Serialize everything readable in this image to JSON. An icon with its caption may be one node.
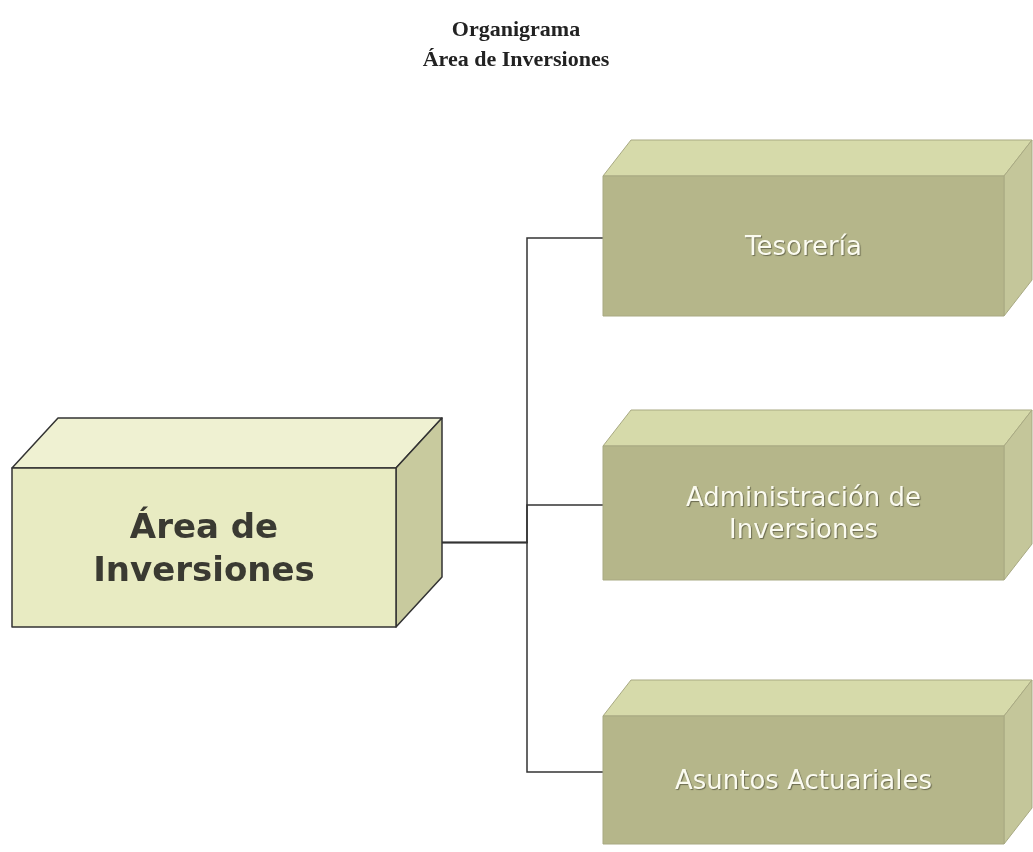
{
  "diagram": {
    "title": "Organigrama",
    "labels": [
      "Área de Inversiones"
    ],
    "nodes": [
      {
        "text": [
          "Área de Inversiones"
        ]
      },
      {
        "text": [
          "Tesorería"
        ]
      },
      {
        "text": [
          "Administración de Inversiones"
        ]
      },
      {
        "text": [
          "Asuntos Actuariales"
        ]
      }
    ],
    "edges": [
      {
        "from": 0,
        "to": 1,
        "arrow": "none"
      },
      {
        "from": 0,
        "to": 2,
        "arrow": "none"
      },
      {
        "from": 0,
        "to": 3,
        "arrow": "none"
      }
    ]
  }
}
